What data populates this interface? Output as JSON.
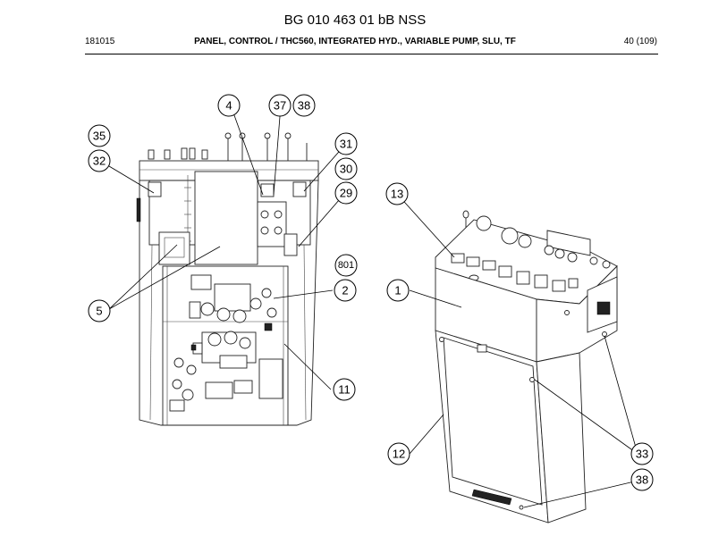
{
  "document_title": "BG 010 463 01 bB NSS",
  "header": {
    "code": "181015",
    "description": "PANEL, CONTROL / THC560, INTEGRATED HYD., VARIABLE PUMP, SLU, TF",
    "page": "40 (109)"
  },
  "callouts": {
    "c4": "4",
    "c37": "37",
    "c38a": "38",
    "c35": "35",
    "c32": "32",
    "c31": "31",
    "c30": "30",
    "c29": "29",
    "c13": "13",
    "c801": "801",
    "c2": "2",
    "c1": "1",
    "c5": "5",
    "c11": "11",
    "c12": "12",
    "c33": "33",
    "c38b": "38"
  }
}
